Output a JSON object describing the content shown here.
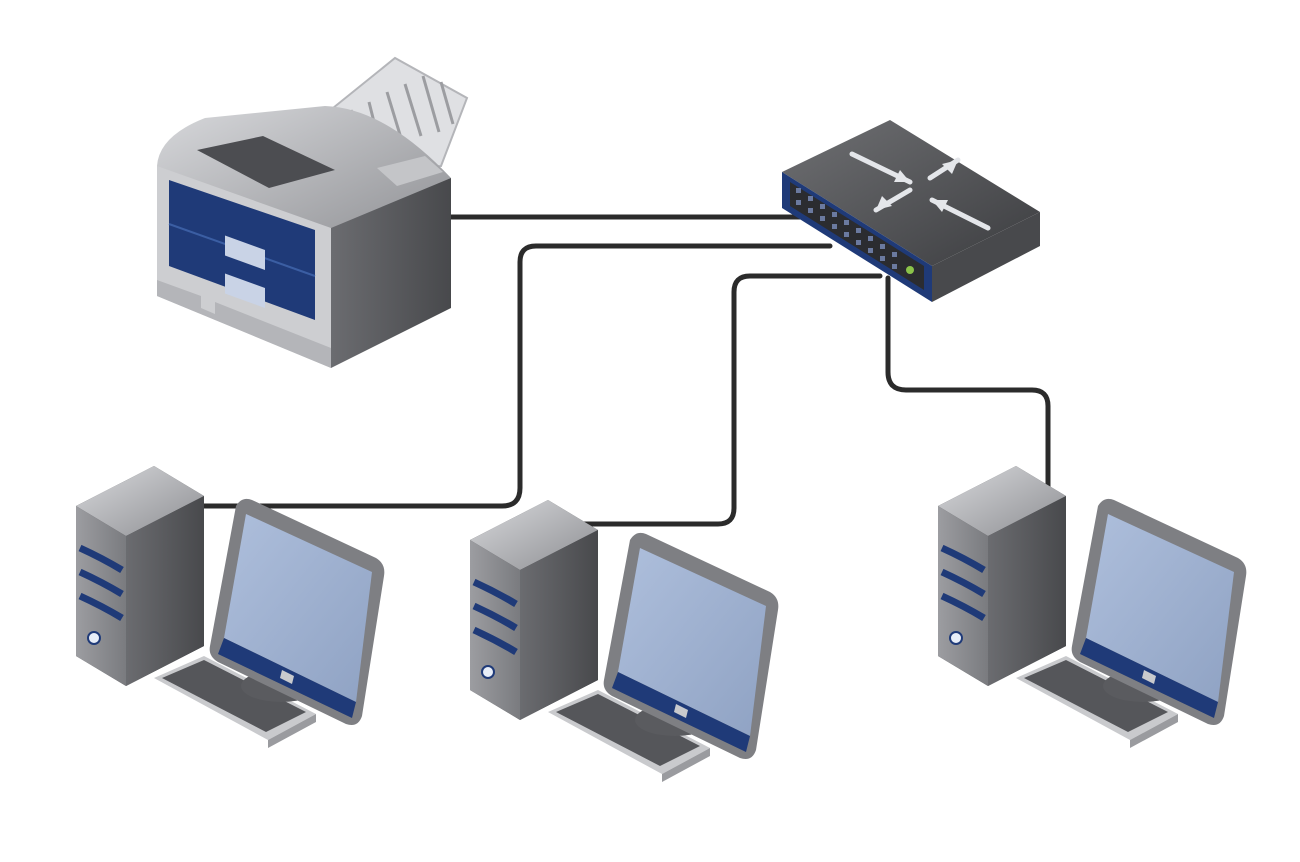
{
  "diagram": {
    "type": "network-topology",
    "nodes": [
      {
        "id": "printer",
        "kind": "printer-icon"
      },
      {
        "id": "switch",
        "kind": "network-switch-icon"
      },
      {
        "id": "workstation-1",
        "kind": "desktop-computer-icon"
      },
      {
        "id": "workstation-2",
        "kind": "desktop-computer-icon"
      },
      {
        "id": "workstation-3",
        "kind": "desktop-computer-icon"
      }
    ],
    "links": [
      {
        "from": "printer",
        "to": "switch"
      },
      {
        "from": "workstation-1",
        "to": "switch"
      },
      {
        "from": "workstation-2",
        "to": "switch"
      },
      {
        "from": "workstation-3",
        "to": "switch"
      }
    ]
  },
  "colors": {
    "cable": "#2b2b2b",
    "device_gray": "#7a7a7a",
    "device_dark": "#4e4f52",
    "device_light": "#c9cacd",
    "accent_navy": "#1f3a78",
    "screen": "#9fb1cf"
  }
}
